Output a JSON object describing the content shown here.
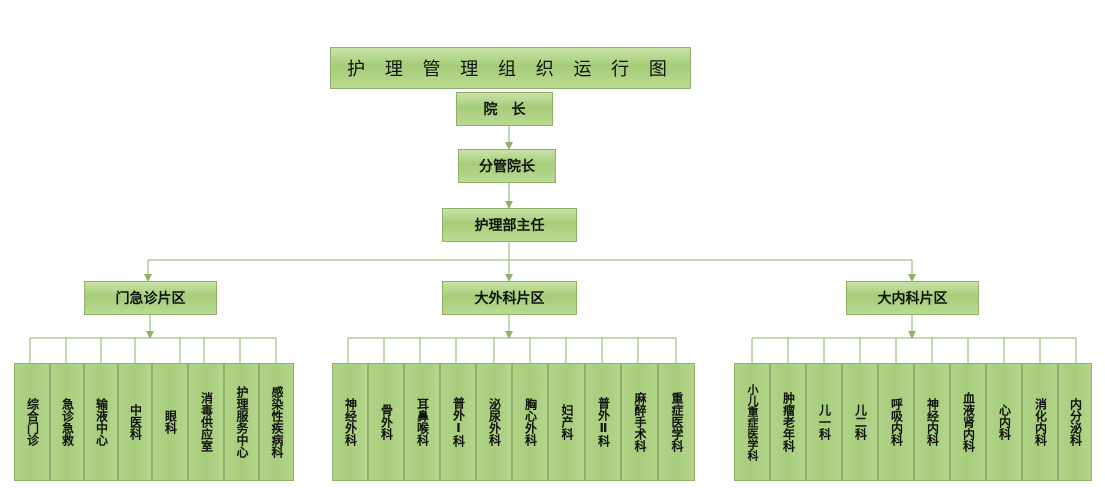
{
  "title": "护 理 管 理 组 织 运 行 图",
  "president": "院　长",
  "vice_president": "分管院长",
  "nursing_director": "护理部主任",
  "regions": [
    {
      "label": "门急诊片区",
      "departments": [
        "综合门诊",
        "急诊急救",
        "输液中心",
        "中医科",
        "眼科",
        "消毒供应室",
        "护理服务中心",
        "感染性疾病科"
      ]
    },
    {
      "label": "大外科片区",
      "departments": [
        "神经外科",
        "骨外科",
        "耳鼻喉科",
        "普外Ⅰ科",
        "泌尿外科",
        "胸心外科",
        "妇产科",
        "普外Ⅱ科",
        "麻醉手术科",
        "重症医学科"
      ]
    },
    {
      "label": "大内科片区",
      "departments": [
        "小儿重症医学科",
        "肿瘤老年科",
        "儿一科",
        "儿二科",
        "呼吸内科",
        "神经内科",
        "血液肾内科",
        "心内科",
        "消化内科",
        "内分泌科"
      ]
    }
  ],
  "colors": {
    "box_fill": "#a5cd78",
    "box_border": "#8fb069",
    "connector": "#8fb069"
  }
}
